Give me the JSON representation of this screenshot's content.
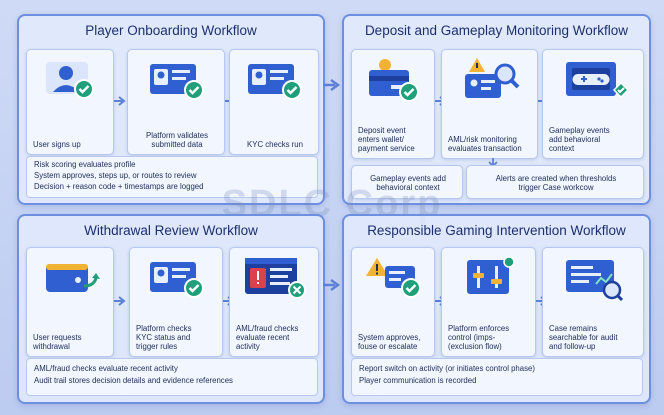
{
  "watermark": "SDLC Corp",
  "colors": {
    "panel_border": "#6d8fe0",
    "accent_blue": "#2f5fd0",
    "check_green": "#1fa07a",
    "warning_yellow": "#f2b233",
    "alert_red": "#d9434b"
  },
  "panels": [
    {
      "title": "Player Onboarding Workflow",
      "steps": [
        {
          "icon": "user-check-icon",
          "label": "User signs up"
        },
        {
          "icon": "id-card-check-icon",
          "label": "Platform validates\nsubmitted data"
        },
        {
          "icon": "id-card-check-icon",
          "label": "KYC checks run"
        }
      ],
      "notes": [
        "Risk scoring evaluates profile",
        "System approves, steps up, or routes to review",
        "Decision + reason code + timestamps are logged"
      ]
    },
    {
      "title": "Deposit and Gameplay Monitoring Workflow",
      "steps": [
        {
          "icon": "wallet-check-icon",
          "label": "Deposit event\nenters wallet/\npayment service"
        },
        {
          "icon": "alert-magnifier-icon",
          "label": "AML/risk monitoring\nevaluates transaction"
        },
        {
          "icon": "gamepad-check-icon",
          "label": "Gameplay events\nadd behavioral\ncontext"
        }
      ],
      "bottom_cards": [
        "Gameplay events add\nbehavioral context",
        "Alerts are created when thresholds\ntrigger Case workcow"
      ]
    },
    {
      "title": "Withdrawal Review Workflow",
      "steps": [
        {
          "icon": "wallet-upload-icon",
          "label": "User requests\nwithdrawal"
        },
        {
          "icon": "id-card-check-icon",
          "label": "Platform checks\nKYC status and\ntrigger rules"
        },
        {
          "icon": "dashboard-alert-icon",
          "label": "AML/fraud checks\nevaluate recent activity"
        }
      ],
      "notes": [
        "AML/fraud checks evaluate recent activity",
        "Audit trail stores decision details and evidence references"
      ]
    },
    {
      "title": "Responsible Gaming Intervention Workflow",
      "steps": [
        {
          "icon": "warning-card-icon",
          "label": "System approves,\nfouse or escalate"
        },
        {
          "icon": "control-panel-icon",
          "label": "Platform enforces\ncontrol (imps-\n(exclusion flow)"
        },
        {
          "icon": "case-search-icon",
          "label": "Case remains\nsearchable for audit\nand follow-up"
        }
      ],
      "notes": [
        "Report switch on activity (or initiates control phase)",
        "Player communication is recorded"
      ]
    }
  ]
}
